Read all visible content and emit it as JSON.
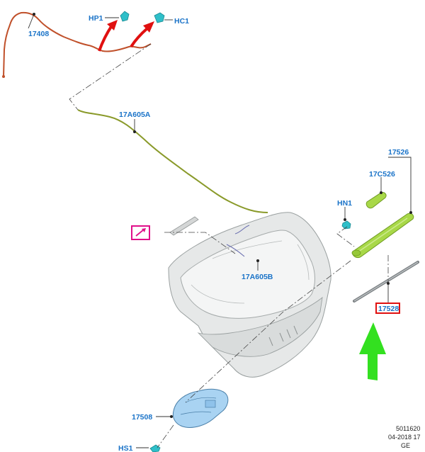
{
  "labels": {
    "hp1": "HP1",
    "hc1": "HC1",
    "p17408": "17408",
    "p17a605a": "17A605A",
    "p17526": "17526",
    "p17c526": "17C526",
    "hn1": "HN1",
    "p17a605b": "17A605B",
    "p17528": "17528",
    "p17508": "17508",
    "hs1": "HS1"
  },
  "footer": {
    "line1": "5011620",
    "line2": "04-2018 17",
    "line3": "GE"
  },
  "colors": {
    "callout_text": "#1a73c8",
    "hose_17408": "#c0502a",
    "hose_17a605": "#8a9a2a",
    "wiper_arm": "#a8d848",
    "motor": "#a9d3f2",
    "nozzle": "#2fbfc9",
    "red_arrow": "#e01010",
    "green_arrow": "#33e020",
    "highlight_box": "#e0108a",
    "selected_box": "#e01010",
    "liftgate": "#e2e4e4"
  },
  "icons": {
    "note_icon": "pencil-note-icon"
  }
}
